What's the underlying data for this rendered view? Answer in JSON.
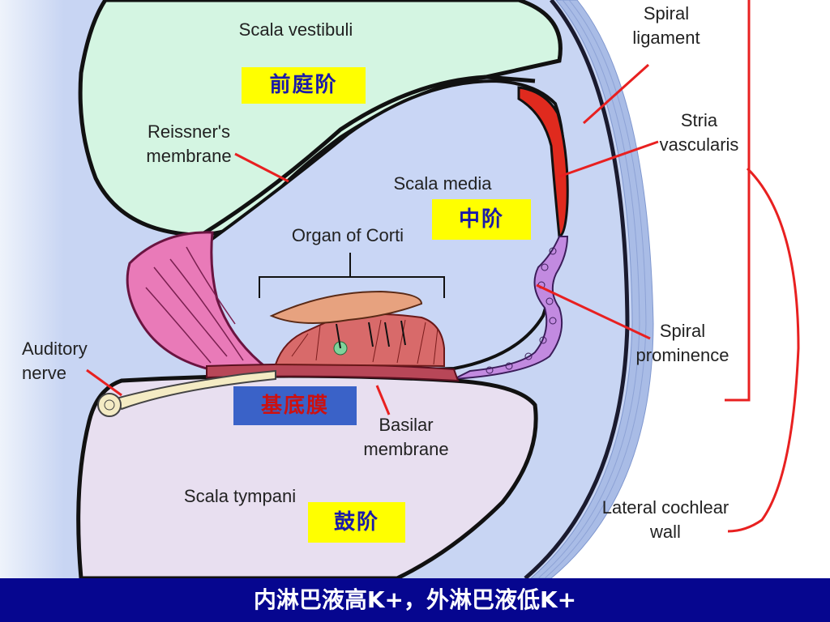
{
  "labels": {
    "scala_vestibuli": "Scala vestibuli",
    "reissners_membrane": "Reissner's\nmembrane",
    "scala_media": "Scala media",
    "organ_of_corti": "Organ of Corti",
    "auditory_nerve": "Auditory\nnerve",
    "basilar_membrane": "Basilar\nmembrane",
    "scala_tympani": "Scala tympani",
    "spiral_ligament": "Spiral\nligament",
    "stria_vascularis": "Stria\nvascularis",
    "spiral_prominence": "Spiral\nprominence",
    "lateral_cochlear_wall": "Lateral cochlear\nwall"
  },
  "chinese_labels": {
    "scala_vestibuli": "前庭阶",
    "scala_media": "中阶",
    "basilar_membrane": "基底膜",
    "scala_tympani": "鼓阶"
  },
  "footer": {
    "text": "内淋巴液高K+，外淋巴液低K+"
  },
  "colors": {
    "footer_bg": "#06068f",
    "label_box_yellow": "#ffff00",
    "label_box_blue": "#3a62c8",
    "chinese_text_blue": "#1a1aa8",
    "chinese_text_red": "#cc1111",
    "pointer_line": "#e82020",
    "scala_vestibuli_fill": "#d4f5e2",
    "scala_media_fill": "#c9d6f5",
    "scala_tympani_fill": "#e8dff0",
    "stria_fill": "#e02a1e",
    "spiral_limbus_fill": "#e97ab8"
  }
}
